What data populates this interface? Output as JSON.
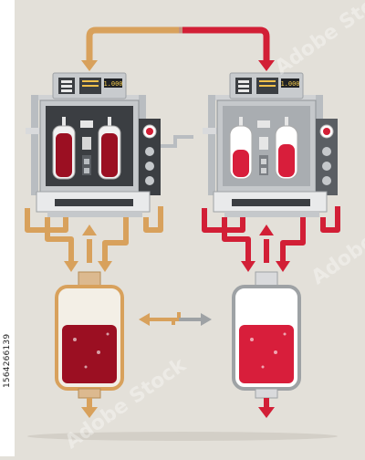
{
  "image_id_text": "1564266139",
  "watermark_text": "Adobe Stock",
  "digital_display": "1.000",
  "colors": {
    "background": "#e3e0d9",
    "orange_line": "#d8a15c",
    "red_line": "#d21f36",
    "gray_line": "#9ea2a5",
    "blood_dark": "#9b0f22",
    "blood_bright": "#d81e3b",
    "machine_body": "#c5c8cb",
    "machine_dark": "#3b3e42"
  },
  "icons": [
    "orange-down-arrow",
    "red-down-arrow",
    "exchange-arrows",
    "valve-knob"
  ]
}
